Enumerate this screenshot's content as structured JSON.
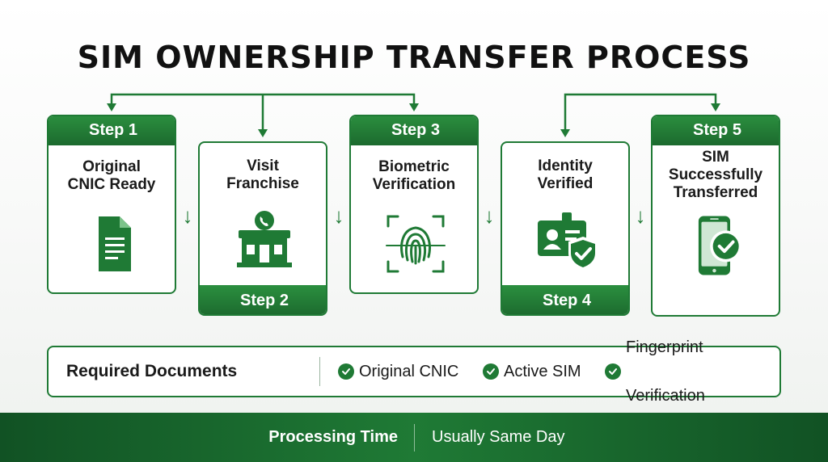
{
  "title": "SIM OWNERSHIP TRANSFER PROCESS",
  "steps": [
    {
      "step": "Step 1",
      "label": "Original\nCNIC Ready",
      "icon": "document-icon"
    },
    {
      "step": "Step 2",
      "label": "Visit\nFranchise",
      "icon": "storefront-icon"
    },
    {
      "step": "Step 3",
      "label": "Biometric\nVerification",
      "icon": "fingerprint-icon"
    },
    {
      "step": "Step 4",
      "label": "Identity\nVerified",
      "icon": "id-card-shield-icon"
    },
    {
      "step": "Step 5",
      "label": "SIM\nSuccessfully\nTransferred",
      "icon": "phone-check-icon"
    }
  ],
  "required_documents": {
    "heading": "Required Documents",
    "items": [
      "Original CNIC",
      "Active SIM",
      "Fingerprint Verification"
    ]
  },
  "processing": {
    "label": "Processing Time",
    "value": "Usually Same Day"
  },
  "colors": {
    "accent": "#1f7a35",
    "accent_dark": "#115224",
    "text": "#1a1a1a"
  }
}
